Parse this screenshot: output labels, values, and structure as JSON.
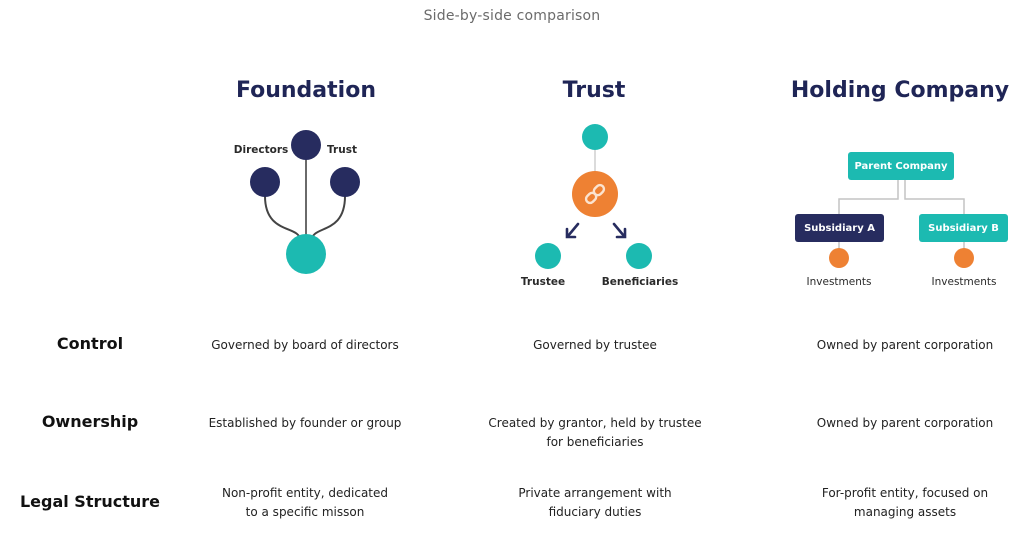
{
  "page": {
    "title": "Side-by-side comparison"
  },
  "colors": {
    "navy": "#272c5f",
    "teal": "#1cbab1",
    "orange": "#ee8133",
    "connector": "#b9b9b9",
    "title_navy": "#1f2556"
  },
  "columns": [
    {
      "title": "Foundation",
      "diagram": {
        "labels": [
          "Directors",
          "Trust"
        ]
      }
    },
    {
      "title": "Trust",
      "diagram": {
        "center_icon": "link-icon",
        "labels": [
          "Trustee",
          "Beneficiaries"
        ]
      }
    },
    {
      "title": "Holding Company",
      "diagram": {
        "parent": "Parent Company",
        "subsidiaries": [
          "Subsidiary A",
          "Subsidiary B"
        ],
        "leaf_labels": [
          "Investments",
          "Investments"
        ]
      }
    }
  ],
  "rows": [
    {
      "label": "Control",
      "values": [
        "Governed by board of directors",
        "Governed by trustee",
        "Owned by parent corporation"
      ]
    },
    {
      "label": "Ownership",
      "values": [
        "Established by founder or group",
        "Created by grantor, held by trustee\nfor beneficiaries",
        "Owned by parent corporation"
      ]
    },
    {
      "label": "Legal Structure",
      "values": [
        "Non-profit entity, dedicated\nto a specific misson",
        "Private arrangement with\nfiduciary duties",
        "For-profit entity, focused on\nmanaging assets"
      ]
    }
  ]
}
